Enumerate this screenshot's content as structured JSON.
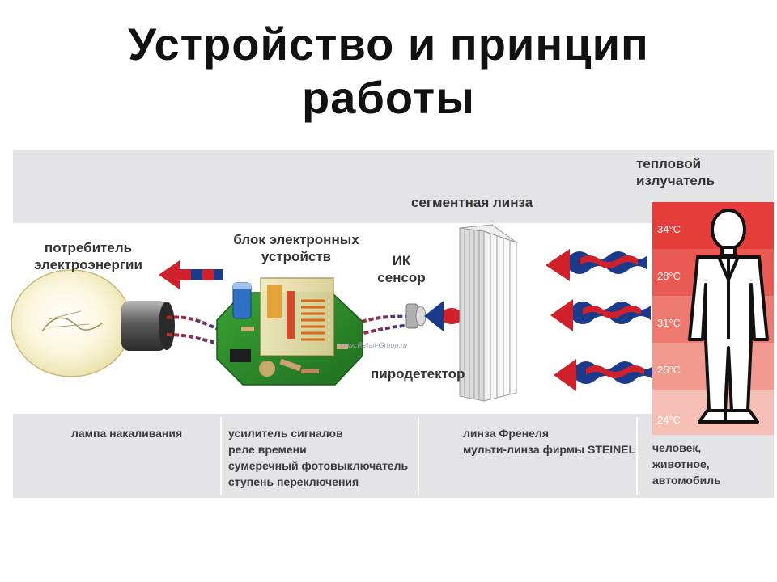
{
  "title": {
    "line1": "Устройство и принцип",
    "line2": "работы"
  },
  "labels": {
    "thermal_emitter": [
      "тепловой",
      "излучатель"
    ],
    "segment_lens": "сегментная линза",
    "consumer": [
      "потребитель",
      "электроэнергии"
    ],
    "electronics_block": [
      "блок электронных",
      "устройств"
    ],
    "ir_sensor": [
      "ИК",
      "сенсор"
    ],
    "pyrodetector": "пиродетектор",
    "watermark": "www.Retail-Group.ru"
  },
  "temperatures": [
    "34°C",
    "28°C",
    "31°C",
    "25°C",
    "24°C"
  ],
  "bottom": {
    "lamp": [
      "лампа накаливания"
    ],
    "electronics": [
      "усилитель сигналов",
      "реле времени",
      "сумеречный фотовыключатель",
      "ступень переключения"
    ],
    "lens": [
      "линза Френеля",
      "мульти-линза фирмы STEINEL"
    ],
    "source": [
      "человек,",
      "животное,",
      "автомобиль"
    ]
  },
  "colors": {
    "arrow_red": "#d0202a",
    "arrow_blue": "#1c3a8c",
    "temp_34": "#e43d3a",
    "temp_28": "#ea5a55",
    "temp_31": "#ee7a72",
    "temp_25": "#f29a90",
    "temp_24": "#f6bfb6",
    "band": "#e4e4e6",
    "pcb": "#2f8a2c"
  }
}
